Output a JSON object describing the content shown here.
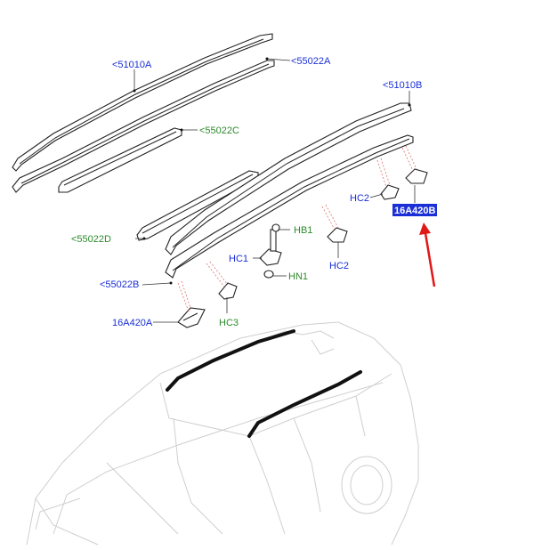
{
  "labels": {
    "p51010A": "<51010A",
    "p55022A": "<55022A",
    "p51010B": "<51010B",
    "p55022C": "<55022C",
    "p55022D": "<55022D",
    "p55022B": "<55022B",
    "p16A420A": "16A420A",
    "HC3": "HC3",
    "HB1": "HB1",
    "HC1": "HC1",
    "HN1": "HN1",
    "HC2a": "HC2",
    "HC2b": "HC2",
    "p16A420B": "16A420B"
  },
  "colors": {
    "label_blue": "#1a2fd6",
    "label_green": "#2b8a2b",
    "highlight": "#1a2fd6",
    "arrow_red": "#e01818"
  }
}
